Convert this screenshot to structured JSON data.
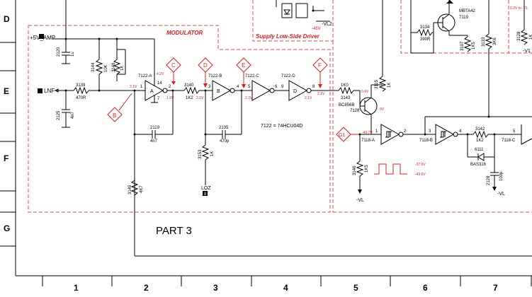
{
  "grid": {
    "rows": [
      "D",
      "E",
      "F",
      "G"
    ],
    "cols": [
      "1",
      "2",
      "3",
      "4",
      "5",
      "6",
      "7"
    ]
  },
  "blocks": {
    "modulator": "MODULATOR",
    "supply_driver": "Supply Low-Side Driver",
    "part": "PART 3"
  },
  "nets": {
    "v5_amp": "+5V_AMP",
    "lnf": "LNF",
    "loz": "LOZ",
    "vl_a": "-VL",
    "vl_b": "-VL",
    "vl2": "-VL2",
    "v1": "-V1",
    "badge_8": "8"
  },
  "components": {
    "c2120": "2120",
    "c2120v": "1u",
    "r3144": "3144",
    "r3144v": "10K",
    "r3148": "3148",
    "r3148v": "1K",
    "r3139": "3139",
    "r3139v": "470R",
    "c2125": "2125",
    "c2125v": "4n7",
    "u7122a": "7122-A",
    "u7122b": "7122-B",
    "u7122c": "7122-C",
    "u7122d": "7122-D",
    "pin14": "14",
    "pin7": "7",
    "pin1": "1",
    "pin2": "2",
    "pin3": "3",
    "pin4": "4",
    "pin5": "5",
    "pin6": "6",
    "pin9": "9",
    "pin8": "8",
    "r3140": "3140",
    "r3140v": "1K2",
    "c2119": "2119",
    "c2119v": "4n7",
    "c2135": "2135",
    "c2135v": "470p",
    "r3153": "3153",
    "r3153v": "1K",
    "r3149": "3149",
    "r3149v": "4K7",
    "ic_note": "7122 = 74HCU04D",
    "r3143": "3143",
    "r3143v": "1K0",
    "r3115": "3115",
    "r3115v": "1K",
    "t7128": "BC856B",
    "t7128n": "7128",
    "r3146": "3146",
    "r3146v": "1K5",
    "u7118a": "7118-A",
    "u7118b": "7118-B",
    "u7118c": "7118-C",
    "p1b": "1",
    "p2b": "2",
    "p3b": "3",
    "p4b": "4",
    "p5b": "5",
    "r3142": "3142",
    "r3142v": "1K2",
    "d6111": "6111",
    "d6111v": "BAS316",
    "c2128": "2128",
    "c2128v": "100p",
    "t7119": "MBTA42",
    "t7119n": "7119",
    "r3134": "3134",
    "r3134v": "390R",
    "r3107": "3107",
    "r3107v": "1K5",
    "r3133": "3133",
    "r3133v": "3K6",
    "r3128": "3128",
    "r3128v": "1K"
  },
  "probes": [
    "B",
    "C",
    "D",
    "E",
    "F",
    "G1"
  ],
  "voltages": {
    "v42": "4.2V",
    "v19": "1.9V",
    "v21a": "2.1V",
    "v21b": "2.1V",
    "v23": "2.3V",
    "v21c": "2.1V",
    "v21d": "2.1V",
    "v04": "0.4V",
    "v0": "0V",
    "v407": "-40.7V",
    "v376": "-37.6V",
    "v436": "-43.6V",
    "v45": "-45V",
    "v03": "0.3V to -V1"
  }
}
